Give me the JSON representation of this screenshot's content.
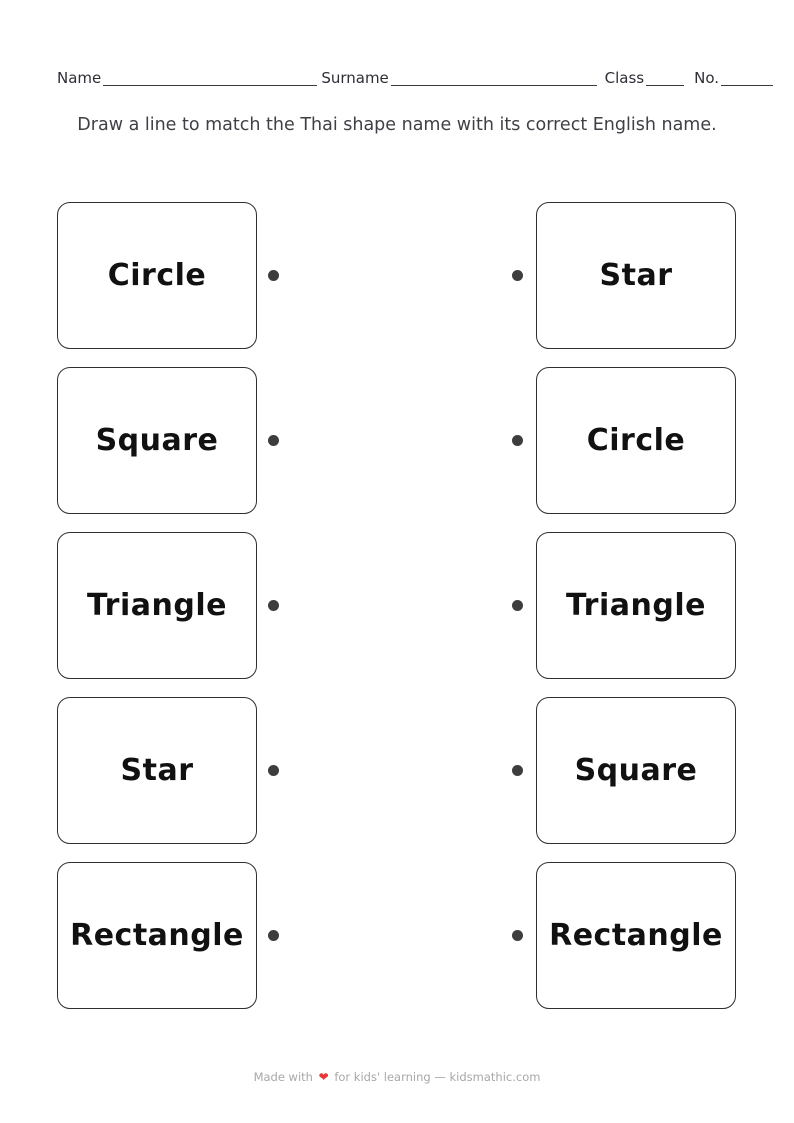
{
  "page": {
    "header_fields": [
      {
        "label": "Name"
      },
      {
        "label": "Surname"
      },
      {
        "label": "Class"
      },
      {
        "label": "No."
      }
    ],
    "instruction": "Draw a line to match the Thai shape name with its correct English name.",
    "left_column": [
      "Circle",
      "Square",
      "Triangle",
      "Star",
      "Rectangle"
    ],
    "right_column": [
      "Star",
      "Circle",
      "Triangle",
      "Square",
      "Rectangle"
    ],
    "footer": {
      "prefix": "Made with",
      "heart_icon": "❤",
      "suffix": "for kids' learning — kidsmathic.com"
    },
    "colors": {
      "card_border": "#2f2f2f",
      "card_text": "#111111",
      "connector_dot": "#3d3d3d",
      "instruction_text": "#3f3f46",
      "header_text": "#2e2e36",
      "footer_text": "#a8a8a8",
      "heart": "#e53935"
    }
  }
}
